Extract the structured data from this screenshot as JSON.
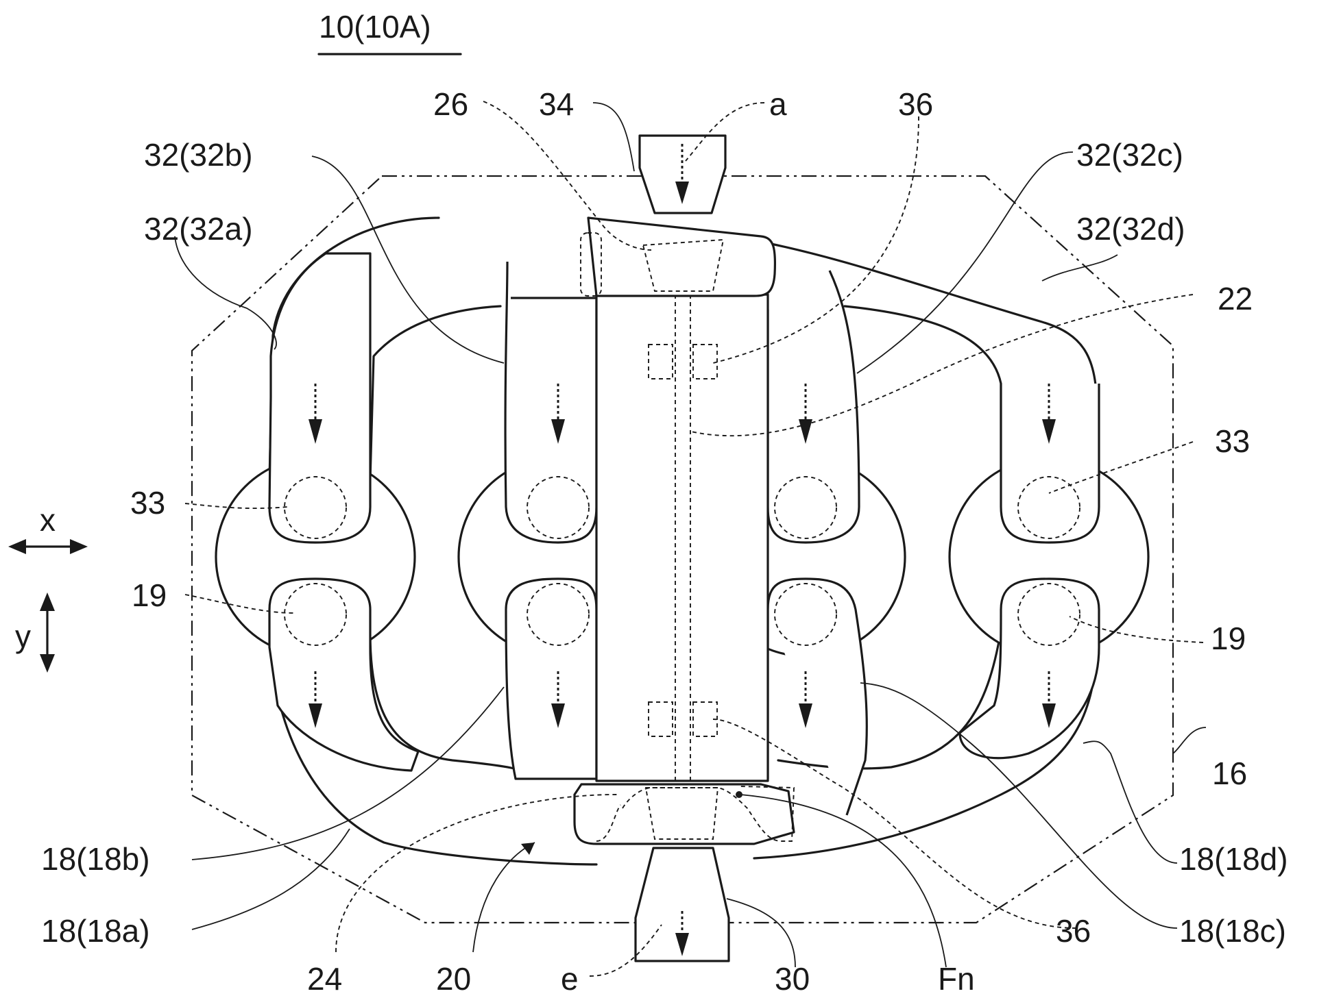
{
  "figure_title": "10(10A)",
  "axes": {
    "x_label": "x",
    "y_label": "y"
  },
  "labels": {
    "l26": "26",
    "l34": "34",
    "la": "a",
    "l36_top": "36",
    "l32b": "32(32b)",
    "l32c": "32(32c)",
    "l32a": "32(32a)",
    "l32d": "32(32d)",
    "l22": "22",
    "l33_left": "33",
    "l33_right": "33",
    "l19_left": "19",
    "l19_right": "19",
    "l16": "16",
    "l18b": "18(18b)",
    "l18d": "18(18d)",
    "l18a": "18(18a)",
    "l36_bottom": "36",
    "l18c": "18(18c)",
    "l24": "24",
    "l20": "20",
    "le": "e",
    "l30": "30",
    "lFn": "Fn"
  }
}
